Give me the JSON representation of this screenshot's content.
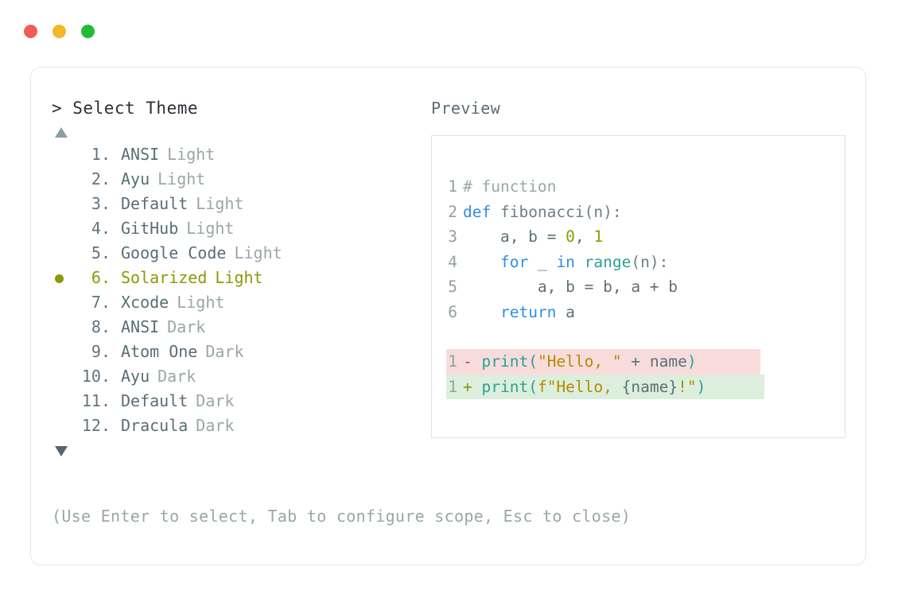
{
  "window": {
    "traffic_lights": [
      {
        "name": "close",
        "color": "#f45b58"
      },
      {
        "name": "minimize",
        "color": "#f5b62a"
      },
      {
        "name": "maximize",
        "color": "#23bb34"
      }
    ]
  },
  "picker": {
    "prompt": "> Select Theme",
    "scroll_up_icon": "triangle-up",
    "scroll_down_icon": "triangle-down",
    "selected_index": 6,
    "items": [
      {
        "index": "1.",
        "name": "ANSI",
        "variant": "Light",
        "selected": false
      },
      {
        "index": "2.",
        "name": "Ayu",
        "variant": "Light",
        "selected": false
      },
      {
        "index": "3.",
        "name": "Default",
        "variant": "Light",
        "selected": false
      },
      {
        "index": "4.",
        "name": "GitHub",
        "variant": "Light",
        "selected": false
      },
      {
        "index": "5.",
        "name": "Google Code",
        "variant": "Light",
        "selected": false
      },
      {
        "index": "6.",
        "name": "Solarized",
        "variant": "Light",
        "selected": true
      },
      {
        "index": "7.",
        "name": "Xcode",
        "variant": "Light",
        "selected": false
      },
      {
        "index": "8.",
        "name": "ANSI",
        "variant": "Dark",
        "selected": false
      },
      {
        "index": "9.",
        "name": "Atom One",
        "variant": "Dark",
        "selected": false
      },
      {
        "index": "10.",
        "name": "Ayu",
        "variant": "Dark",
        "selected": false
      },
      {
        "index": "11.",
        "name": "Default",
        "variant": "Dark",
        "selected": false
      },
      {
        "index": "12.",
        "name": "Dracula",
        "variant": "Dark",
        "selected": false
      }
    ]
  },
  "preview": {
    "label": "Preview",
    "code": {
      "line1": {
        "num": "1",
        "comment": "# function"
      },
      "line2": {
        "num": "2",
        "kw": "def",
        "func": " fibonacci",
        "punct": "(n):"
      },
      "line3": {
        "num": "3",
        "pre": "    a, b = ",
        "n0": "0",
        "mid": ", ",
        "n1": "1"
      },
      "line4": {
        "num": "4",
        "pre": "    ",
        "kw1": "for",
        "mid1": " _ ",
        "kw2": "in",
        "sp": " ",
        "builtin": "range",
        "punct": "(n):"
      },
      "line5": {
        "num": "5",
        "text": "        a, b = b, a + b"
      },
      "line6": {
        "num": "6",
        "pre": "    ",
        "kw": "return",
        "text": " a"
      }
    },
    "diff": {
      "removed": {
        "num": "1",
        "marker": "-",
        "func": "print",
        "open": "(",
        "string": "\"Hello, \"",
        "mid": " + ",
        "plain": "name",
        "close": ")"
      },
      "added": {
        "num": "1",
        "marker": "+",
        "func": "print",
        "open": "(",
        "string": "f\"Hello, ",
        "plain": "{name}",
        "bang": "!",
        "strend": "\"",
        "close": ")"
      }
    }
  },
  "footer": {
    "hint": "(Use Enter to select, Tab to configure scope, Esc to close)"
  },
  "colors": {
    "selected": "#8a9a05",
    "keyword": "#2f8fe0",
    "builtin": "#2aa198",
    "string": "#b58900",
    "number": "#8a9a05",
    "diff_del_bg": "#f8dcdc",
    "diff_add_bg": "#dcefdc",
    "diff_minus": "#dc322f",
    "diff_plus": "#859900"
  }
}
